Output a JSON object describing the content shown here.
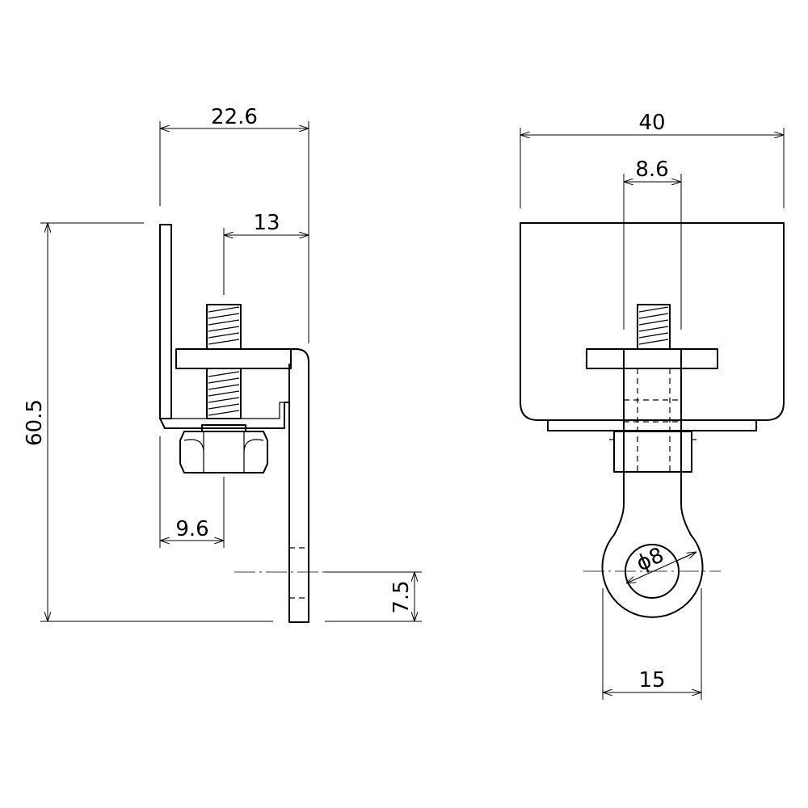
{
  "side_view": {
    "width_label": "22.6",
    "bolt_offset_label": "13",
    "height_label": "60.5",
    "nut_offset_label": "9.6",
    "hole_offset_label": "7.5"
  },
  "front_view": {
    "width_label": "40",
    "bolt_width_label": "8.6",
    "hole_diameter_label": "ϕ8",
    "eye_width_label": "15"
  }
}
